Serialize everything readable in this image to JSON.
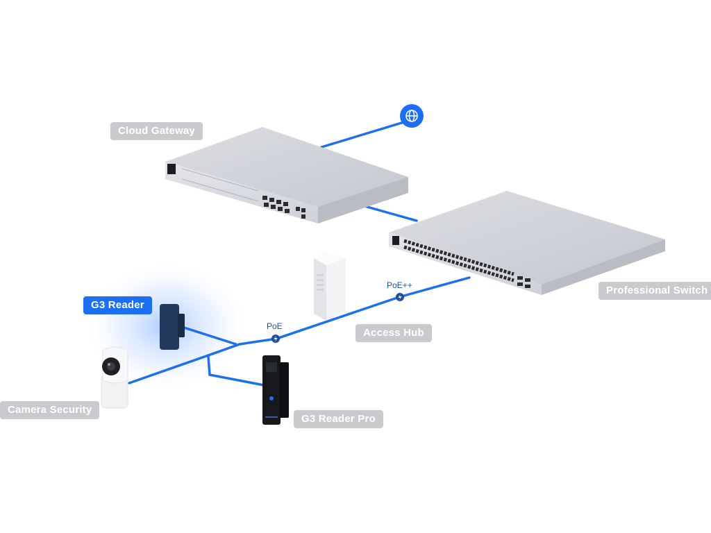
{
  "devices": {
    "cloud_gateway": "Cloud Gateway",
    "professional_switch": "Professional Switch",
    "access_hub": "Access Hub",
    "g3_reader": "G3 Reader",
    "camera_security": "Camera Security",
    "g3_reader_pro": "G3 Reader Pro"
  },
  "links": {
    "poe": "PoE",
    "poe_plus": "PoE++"
  },
  "icons": {
    "internet": "globe-icon",
    "poe_marker": "lightning-icon"
  },
  "colors": {
    "cable": "#1c6ff0",
    "active_label": "#1c6ff0",
    "inactive_label": "#c8cacd",
    "link_text": "#1c4e9e"
  }
}
